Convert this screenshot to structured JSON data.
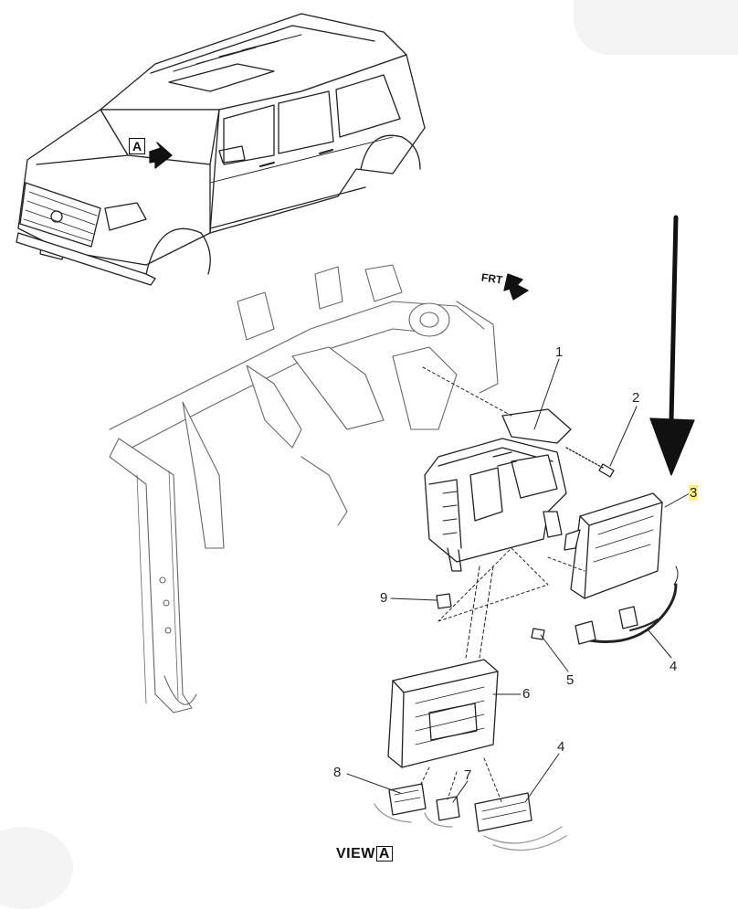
{
  "diagram": {
    "view_tag": "A",
    "frt_label": "FRT",
    "view_label_prefix": "VIEW",
    "view_label_letter": "A",
    "callouts": [
      {
        "id": "1",
        "label": "1"
      },
      {
        "id": "2",
        "label": "2"
      },
      {
        "id": "3",
        "label": "3",
        "highlighted": true
      },
      {
        "id": "4a",
        "label": "4"
      },
      {
        "id": "5",
        "label": "5"
      },
      {
        "id": "6",
        "label": "6"
      },
      {
        "id": "4b",
        "label": "4"
      },
      {
        "id": "7",
        "label": "7"
      },
      {
        "id": "8",
        "label": "8"
      },
      {
        "id": "9",
        "label": "9"
      }
    ],
    "highlight_color": "#fff27a"
  }
}
